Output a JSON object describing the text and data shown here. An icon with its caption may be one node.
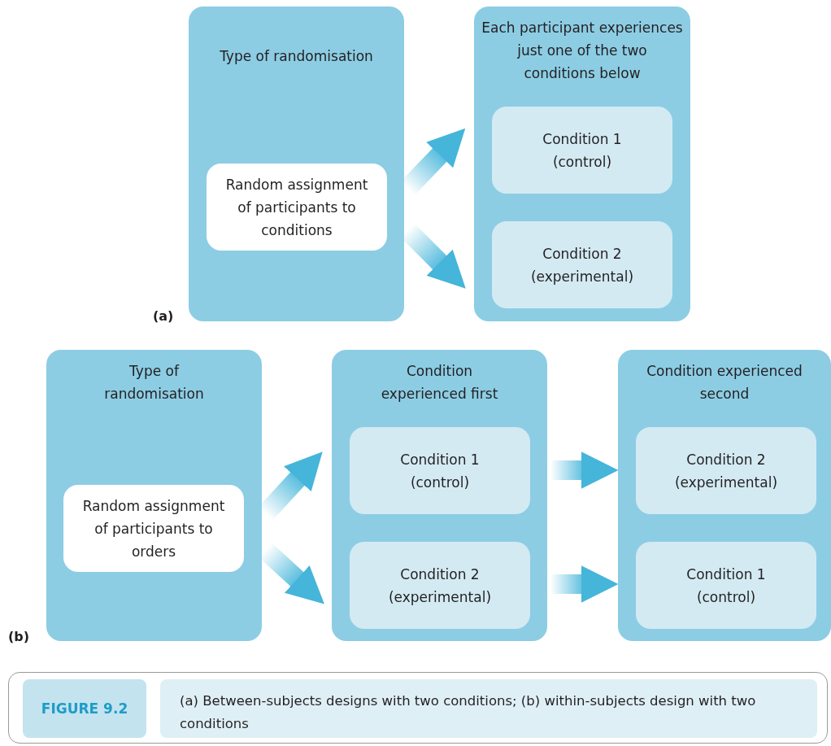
{
  "diagram": {
    "caption": "(a) Between-subjects designs with two conditions; (b) within-subjects design with two conditions",
    "nodes": [
      {
        "text": [
          "Type of randomisation"
        ]
      },
      {
        "text": [
          "Random assignment of participants to conditions"
        ],
        "in": 0
      },
      {
        "text": [
          "Each participant experiences just one of the two conditions below"
        ]
      },
      {
        "text": [
          "Condition 1 (control)"
        ],
        "in": 2
      },
      {
        "text": [
          "Condition 2 (experimental)"
        ],
        "in": 2
      },
      {
        "text": [
          "Type of randomisation"
        ]
      },
      {
        "text": [
          "Random assignment of participants to orders"
        ],
        "in": 5
      },
      {
        "text": [
          "Condition experienced first"
        ]
      },
      {
        "text": [
          "Condition 1 (control)"
        ],
        "in": 7
      },
      {
        "text": [
          "Condition 2 (experimental)"
        ],
        "in": 7
      },
      {
        "text": [
          "Condition experienced second"
        ]
      },
      {
        "text": [
          "Condition 2 (experimental)"
        ],
        "in": 10
      },
      {
        "text": [
          "Condition 1 (control)"
        ],
        "in": 10
      }
    ],
    "edges": [
      {
        "from": 0,
        "to": 2,
        "arrow": "to",
        "style": "thick"
      },
      {
        "from": 0,
        "to": 2,
        "arrow": "to",
        "style": "thick"
      },
      {
        "from": 5,
        "to": 7,
        "arrow": "to",
        "style": "thick"
      },
      {
        "from": 5,
        "to": 7,
        "arrow": "to",
        "style": "thick"
      },
      {
        "from": 7,
        "to": 10,
        "arrow": "to",
        "style": "thick"
      },
      {
        "from": 7,
        "to": 10,
        "arrow": "to",
        "style": "thick"
      }
    ],
    "labels": [
      "(a)",
      "(b)",
      "FIGURE 9.2"
    ]
  }
}
